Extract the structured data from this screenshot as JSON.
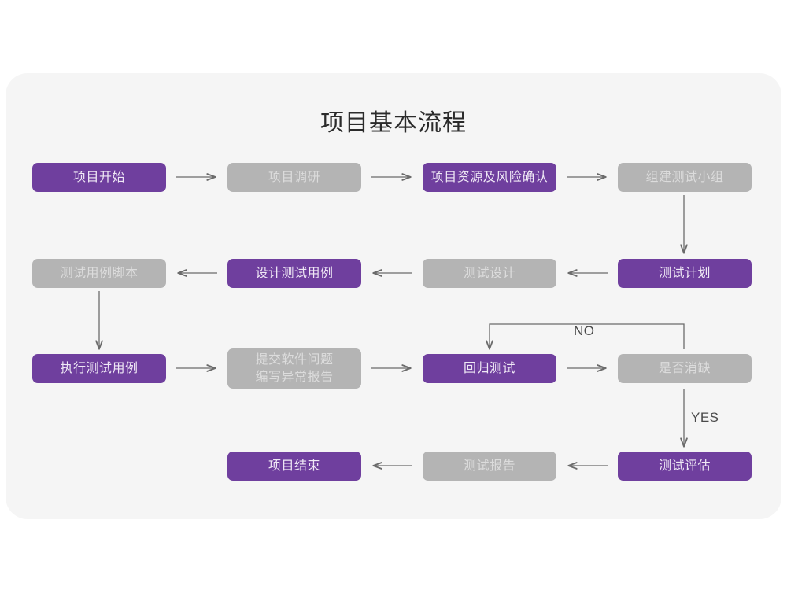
{
  "chart_data": {
    "type": "diagram",
    "diagram_kind": "flowchart",
    "title": "项目基本流程",
    "colors": {
      "page_background": "#ffffff",
      "panel_background": "#f5f5f5",
      "accent_purple": "#6f3f9e",
      "muted_gray": "#b4b4b4",
      "purple_text": "#efe8f5",
      "gray_text": "#dcdcdc",
      "connector": "#6b6b6b",
      "title_text": "#2b2b2b",
      "label_text": "#4a4a4a"
    },
    "nodes": [
      {
        "id": "n1",
        "label": "项目开始",
        "style": "purple",
        "row": 1,
        "col": 1
      },
      {
        "id": "n2",
        "label": "项目调研",
        "style": "gray",
        "row": 1,
        "col": 2
      },
      {
        "id": "n3",
        "label": "项目资源及风险确认",
        "style": "purple",
        "row": 1,
        "col": 3
      },
      {
        "id": "n4",
        "label": "组建测试小组",
        "style": "gray",
        "row": 1,
        "col": 4
      },
      {
        "id": "n5",
        "label": "测试用例脚本",
        "style": "gray",
        "row": 2,
        "col": 1
      },
      {
        "id": "n6",
        "label": "设计测试用例",
        "style": "purple",
        "row": 2,
        "col": 2
      },
      {
        "id": "n7",
        "label": "测试设计",
        "style": "gray",
        "row": 2,
        "col": 3
      },
      {
        "id": "n8",
        "label": "测试计划",
        "style": "purple",
        "row": 2,
        "col": 4
      },
      {
        "id": "n9",
        "label": "执行测试用例",
        "style": "purple",
        "row": 3,
        "col": 1
      },
      {
        "id": "n10",
        "label": "提交软件问题\n编写异常报告",
        "style": "gray",
        "row": 3,
        "col": 2
      },
      {
        "id": "n11",
        "label": "回归测试",
        "style": "purple",
        "row": 3,
        "col": 3
      },
      {
        "id": "n12",
        "label": "是否消缺",
        "style": "gray",
        "row": 3,
        "col": 4
      },
      {
        "id": "n13",
        "label": "项目结束",
        "style": "purple",
        "row": 4,
        "col": 2
      },
      {
        "id": "n14",
        "label": "测试报告",
        "style": "gray",
        "row": 4,
        "col": 3
      },
      {
        "id": "n15",
        "label": "测试评估",
        "style": "purple",
        "row": 4,
        "col": 4
      }
    ],
    "edges": [
      {
        "from": "n1",
        "to": "n2",
        "direction": "right",
        "label": ""
      },
      {
        "from": "n2",
        "to": "n3",
        "direction": "right",
        "label": ""
      },
      {
        "from": "n3",
        "to": "n4",
        "direction": "right",
        "label": ""
      },
      {
        "from": "n4",
        "to": "n8",
        "direction": "down",
        "label": ""
      },
      {
        "from": "n8",
        "to": "n7",
        "direction": "left",
        "label": ""
      },
      {
        "from": "n7",
        "to": "n6",
        "direction": "left",
        "label": ""
      },
      {
        "from": "n6",
        "to": "n5",
        "direction": "left",
        "label": ""
      },
      {
        "from": "n5",
        "to": "n9",
        "direction": "down",
        "label": ""
      },
      {
        "from": "n9",
        "to": "n10",
        "direction": "right",
        "label": ""
      },
      {
        "from": "n10",
        "to": "n11",
        "direction": "right",
        "label": ""
      },
      {
        "from": "n11",
        "to": "n12",
        "direction": "right",
        "label": ""
      },
      {
        "from": "n12",
        "to": "n11",
        "direction": "loop-up-left",
        "label": "NO"
      },
      {
        "from": "n12",
        "to": "n15",
        "direction": "down",
        "label": "YES"
      },
      {
        "from": "n15",
        "to": "n14",
        "direction": "left",
        "label": ""
      },
      {
        "from": "n14",
        "to": "n13",
        "direction": "left",
        "label": ""
      }
    ],
    "edge_labels": [
      "NO",
      "YES"
    ]
  },
  "diagram": {
    "title": "项目基本流程",
    "nodes": {
      "n1": "项目开始",
      "n2": "项目调研",
      "n3": "项目资源及风险确认",
      "n4": "组建测试小组",
      "n5": "测试用例脚本",
      "n6": "设计测试用例",
      "n7": "测试设计",
      "n8": "测试计划",
      "n9": "执行测试用例",
      "n10": "提交软件问题\n编写异常报告",
      "n11": "回归测试",
      "n12": "是否消缺",
      "n13": "项目结束",
      "n14": "测试报告",
      "n15": "测试评估"
    },
    "labels": {
      "no": "NO",
      "yes": "YES"
    }
  }
}
